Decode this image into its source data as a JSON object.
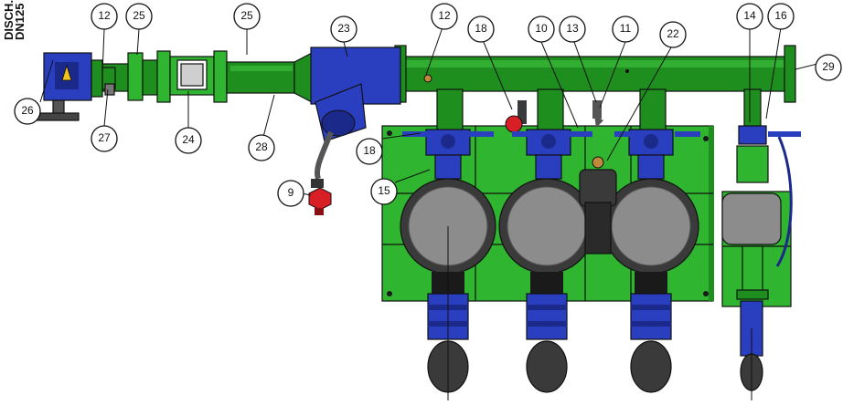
{
  "side_label": {
    "line1": "DISCH.",
    "line2": "DN125"
  },
  "callouts": [
    "26",
    "12",
    "27",
    "25",
    "24",
    "25",
    "28",
    "23",
    "9",
    "12",
    "18",
    "18",
    "15",
    "10",
    "13",
    "11",
    "22",
    "14",
    "16",
    "29"
  ],
  "colors": {
    "frame_green": "#2fb52f",
    "pipe_green": "#1e8f1e",
    "pump_blue": "#2a3fbf",
    "motor_gray": "#8c8c8c",
    "valve_red": "#d81f26",
    "dark": "#1a1a1a"
  }
}
